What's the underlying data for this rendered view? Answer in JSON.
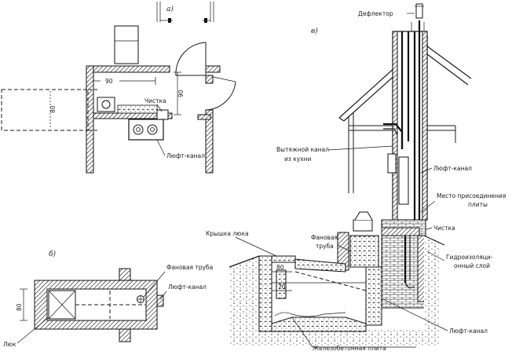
{
  "panels": {
    "a": "а)",
    "b": "б)",
    "v": "в)"
  },
  "plan_a": {
    "dim_90_horizontal": "90",
    "dim_90_vertical": "90",
    "dim_80": "80",
    "chistka": "Чистка",
    "lyuft_kanal": "Люфт-канал"
  },
  "plan_b": {
    "dim_80": "80",
    "fanovaya_truba": "Фановая труба",
    "lyuft_kanal": "Люфт-канал",
    "lyuk": "Люк"
  },
  "section_v": {
    "deflektor": "Дефлектор",
    "vytyazhnoy_kanal_line1": "Вытяжной канал",
    "vytyazhnoy_kanal_line2": "из кухни",
    "lyuft_kanal_upper": "Люфт-канал",
    "mesto_line1": "Место присоединения",
    "mesto_line2": "плиты",
    "chistka": "Чистка",
    "kryshka_lyuka": "Крышка люка",
    "fanovaya_line1": "Фановая",
    "fanovaya_line2": "труба",
    "gidro_line1": "Гидроизоляци-",
    "gidro_line2": "онный слой",
    "dim_80": "80",
    "dim_70": "70",
    "lyuft_kanal_lower": "Люфт-канал",
    "zhelezobetonnaya_plita": "Железобетонная плита"
  }
}
